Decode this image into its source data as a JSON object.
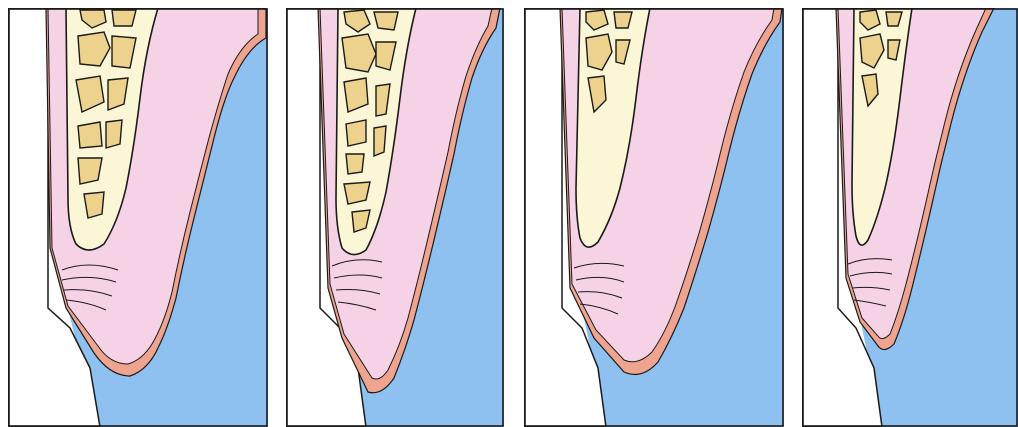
{
  "figure": {
    "panel_count": 4,
    "panels": [
      {
        "stage": 1,
        "bone": "large",
        "gingiva": "thick"
      },
      {
        "stage": 2,
        "bone": "large",
        "gingiva": "medium"
      },
      {
        "stage": 3,
        "bone": "medium",
        "gingiva": "medium"
      },
      {
        "stage": 4,
        "bone": "small",
        "gingiva": "thin"
      }
    ]
  },
  "colors": {
    "background": "#8ec1f0",
    "gingiva": "#f6d2e6",
    "epithelium": "#eea48f",
    "bone_outer": "#fbf7d6",
    "cancellous": "#ecd28c",
    "tooth": "#ffffff",
    "outline": "#1a1a1a"
  }
}
